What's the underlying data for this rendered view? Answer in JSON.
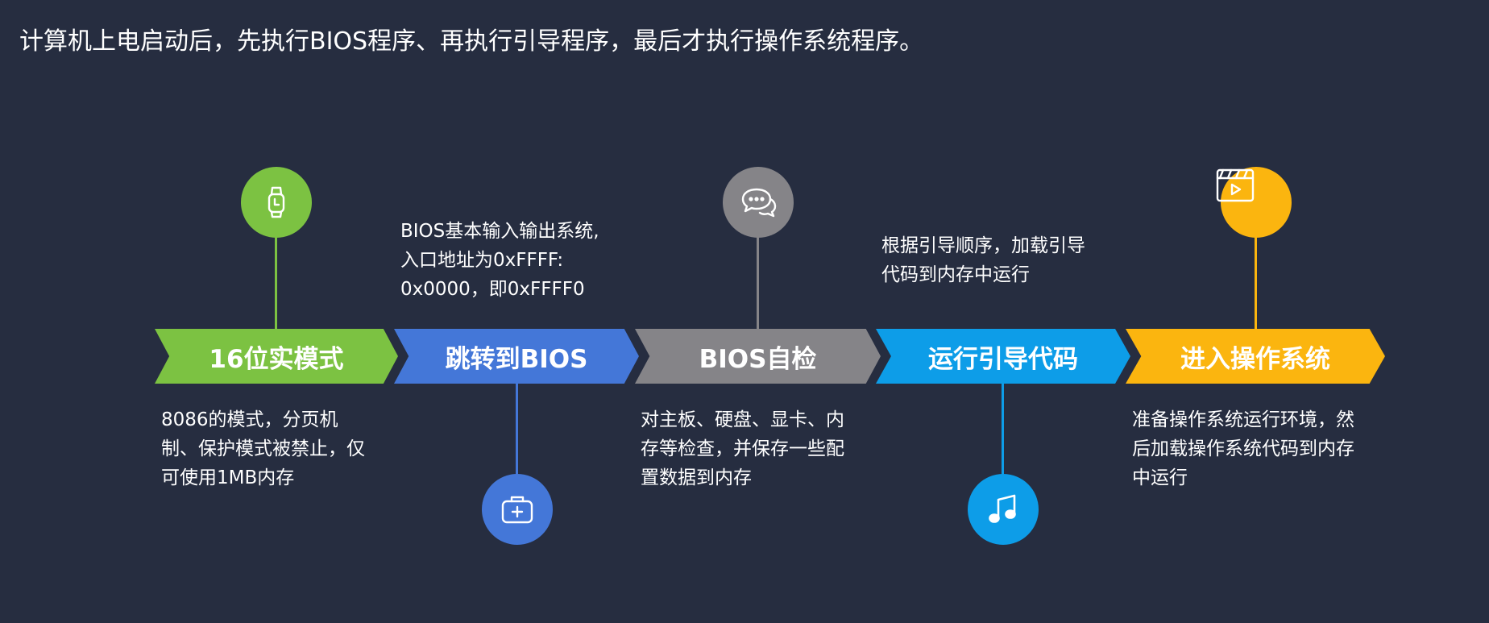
{
  "title": "计算机上电启动后，先执行BIOS程序、再执行引导程序，最后才执行操作系统程序。",
  "steps": [
    {
      "label": "16位实模式",
      "color": "#7cc242",
      "icon": "watch-icon",
      "description": [
        "8086的模式，分页机",
        "制、保护模式被禁止，仅",
        "可使用1MB内存"
      ]
    },
    {
      "label": "跳转到BIOS",
      "color": "#4477d8",
      "icon": "briefcase-icon",
      "description": [
        "BIOS基本输入输出系统,",
        "入口地址为0xFFFF:",
        "0x0000，即0xFFFF0"
      ]
    },
    {
      "label": "BIOS自检",
      "color": "#858488",
      "icon": "chat-bubbles-icon",
      "description": [
        "对主板、硬盘、显卡、内",
        "存等检查，并保存一些配",
        "置数据到内存"
      ]
    },
    {
      "label": "运行引导代码",
      "color": "#0d9de8",
      "icon": "music-note-icon",
      "description": [
        "根据引导顺序，加载引导",
        "代码到内存中运行"
      ]
    },
    {
      "label": "进入操作系统",
      "color": "#fbb50f",
      "icon": "video-clapper-icon",
      "description": [
        "准备操作系统运行环境，然",
        "后加载操作系统代码到内存",
        "中运行"
      ]
    }
  ]
}
